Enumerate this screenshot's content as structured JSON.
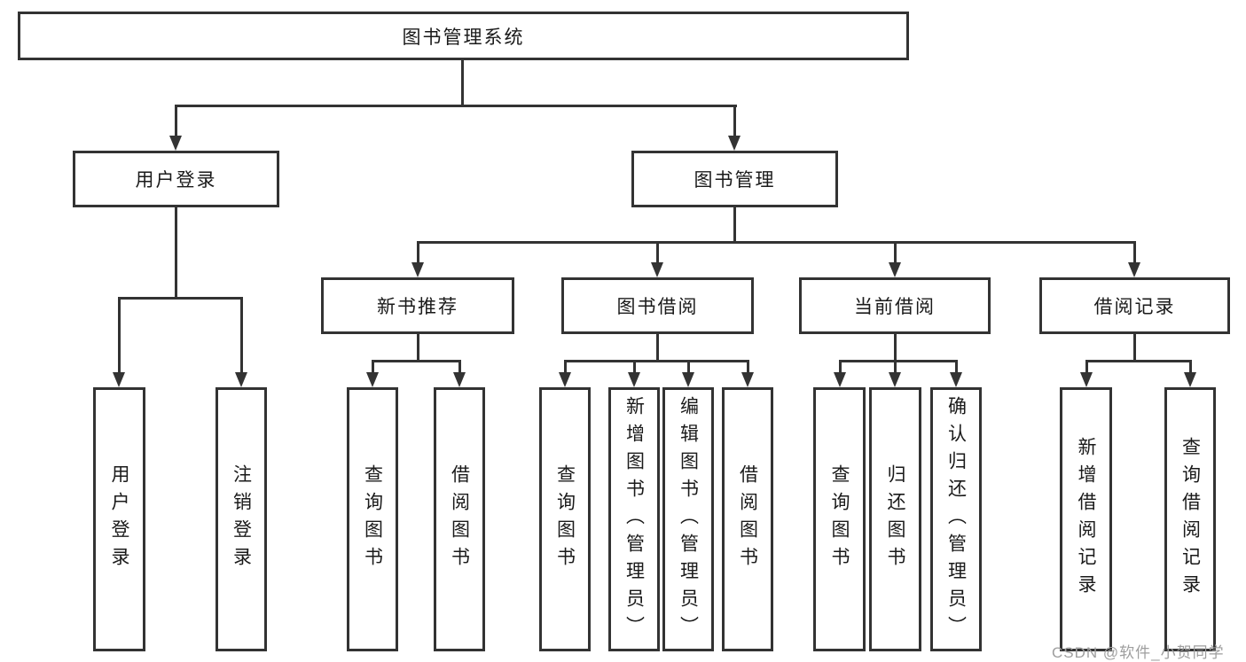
{
  "nodes": {
    "root": "图书管理系统",
    "level2": [
      "用户登录",
      "图书管理"
    ],
    "level3": [
      "新书推荐",
      "图书借阅",
      "当前借阅",
      "借阅记录"
    ],
    "leaves": [
      "用户登录",
      "注销登录",
      "查询图书",
      "借阅图书",
      "查询图书",
      "新增图书（管理员）",
      "编辑图书（管理员）",
      "借阅图书",
      "查询图书",
      "归还图书",
      "确认归还（管理员）",
      "新增借阅记录",
      "查询借阅记录"
    ]
  },
  "watermark": "CSDN @软件_小贺同学",
  "colors": {
    "line": "#333333",
    "text": "#1a1a1a",
    "watermark": "#9e9e9e",
    "background": "#ffffff"
  }
}
